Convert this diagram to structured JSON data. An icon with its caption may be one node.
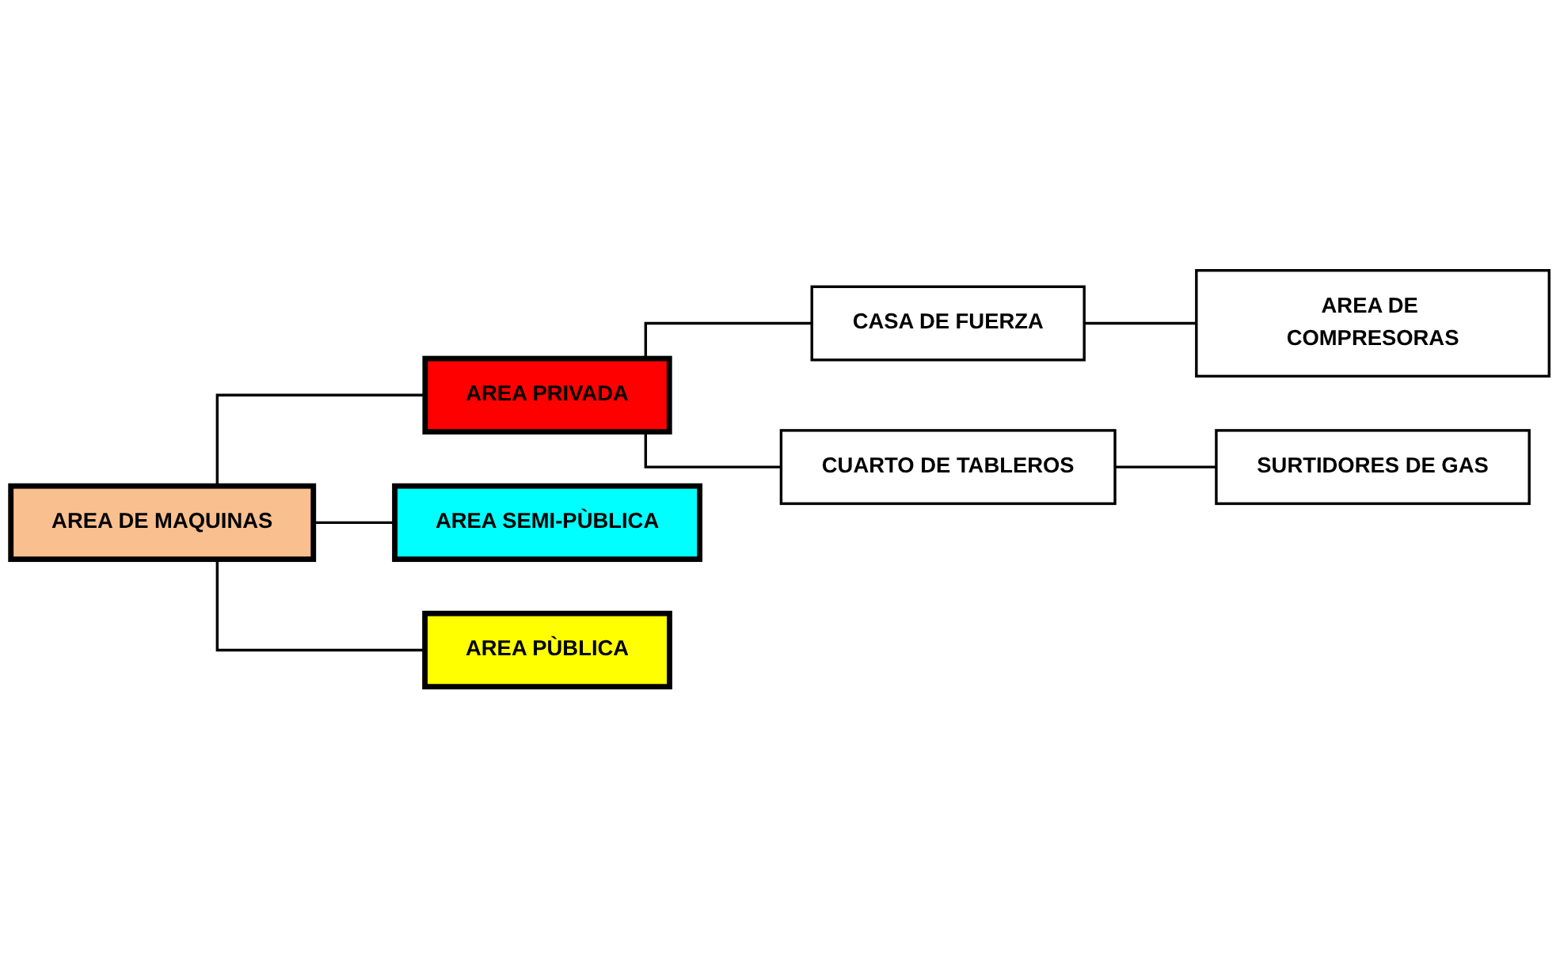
{
  "diagram": {
    "nodes": [
      {
        "text": [
          "AREA DE MAQUINAS"
        ]
      },
      {
        "text": [
          "AREA PRIVADA"
        ]
      },
      {
        "text": [
          "CASA DE FUERZA"
        ]
      },
      {
        "text": [
          "AREA DE COMPRESORAS"
        ]
      },
      {
        "text": [
          "CUARTO DE TABLEROS"
        ]
      },
      {
        "text": [
          "SURTIDORES DE GAS"
        ]
      },
      {
        "text": [
          "AREA SEMI-PÙBLICA"
        ]
      },
      {
        "text": [
          "AREA PÙBLICA"
        ]
      }
    ],
    "edges": [
      {
        "from": 0,
        "to": 1,
        "arrow": "none"
      },
      {
        "from": 1,
        "to": 2,
        "arrow": "none"
      },
      {
        "from": 2,
        "to": 3,
        "arrow": "none"
      },
      {
        "from": 1,
        "to": 4,
        "arrow": "none"
      },
      {
        "from": 4,
        "to": 5,
        "arrow": "none"
      },
      {
        "from": 0,
        "to": 6,
        "arrow": "none"
      },
      {
        "from": 0,
        "to": 7,
        "arrow": "none"
      }
    ]
  }
}
